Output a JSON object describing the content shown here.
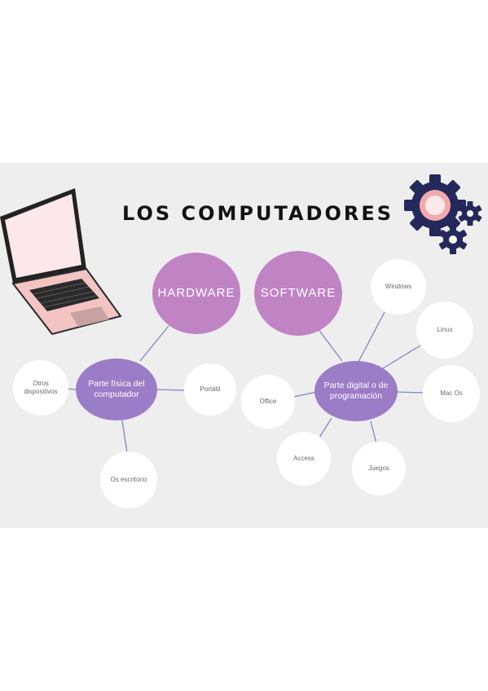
{
  "diagram": {
    "title": "LOS COMPUTADORES",
    "colors": {
      "panel": "#eeeeee",
      "category_node": "#c084c4",
      "description_node": "#9b7cc6",
      "leaf_node": "#ffffff",
      "edge": "#7e88c2",
      "gear": "#25285a",
      "laptop": "#f3c4c2"
    },
    "hardware": {
      "label": "HARDWARE",
      "description": "Parte física del computador",
      "items": [
        "Otros dispositivos",
        "Portátil",
        "Os escritorio"
      ]
    },
    "software": {
      "label": "SOFTWARE",
      "description": "Parte digital o de programación",
      "items": [
        "Windows",
        "Linux",
        "Mac Os",
        "Juegos",
        "Access",
        "Office"
      ]
    },
    "icons": [
      "laptop-icon",
      "gears-icon"
    ]
  }
}
